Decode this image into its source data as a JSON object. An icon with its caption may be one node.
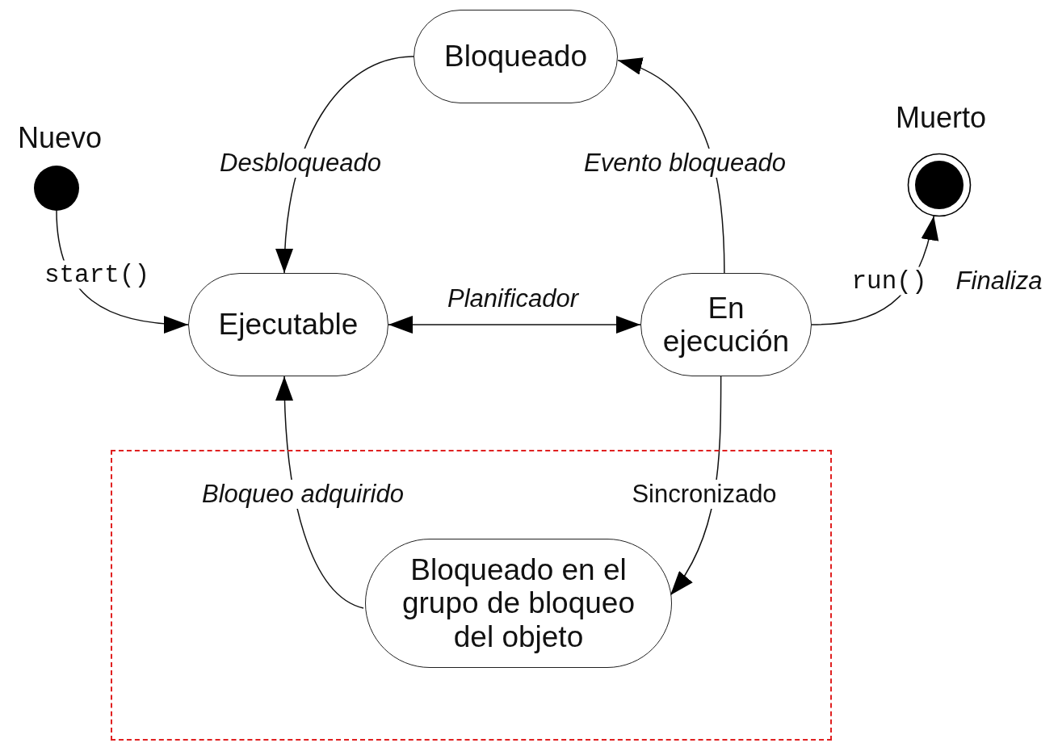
{
  "diagram": {
    "nodes": [
      {
        "text": [
          "Bloqueado"
        ]
      },
      {
        "text": [
          "Nuevo"
        ]
      },
      {
        "text": [
          "Muerto"
        ]
      },
      {
        "text": [
          "Ejecutable"
        ]
      },
      {
        "text": [
          "En ejecución"
        ]
      },
      {
        "text": [],
        "shape": "box"
      },
      {
        "text": [
          "Bloqueado en el grupo de bloqueo del objeto"
        ],
        "in": 5
      }
    ],
    "edges": [
      {
        "from": 0,
        "to": 3,
        "arrow": "to",
        "label": "Desbloqueado"
      },
      {
        "from": 4,
        "to": 0,
        "arrow": "to",
        "label": "Evento bloqueado"
      },
      {
        "from": 1,
        "to": 3,
        "arrow": "to",
        "label": "start()"
      },
      {
        "from": 3,
        "to": 4,
        "arrow": "both",
        "label": "Planificador"
      },
      {
        "from": 4,
        "to": 2,
        "arrow": "to",
        "label": "Finaliza"
      },
      {
        "from": 4,
        "to": 6,
        "arrow": "to",
        "label": "Sincronizado"
      },
      {
        "from": 6,
        "to": 3,
        "arrow": "to",
        "label": "Bloqueo adquirido"
      }
    ],
    "labels": [
      "run()"
    ]
  }
}
